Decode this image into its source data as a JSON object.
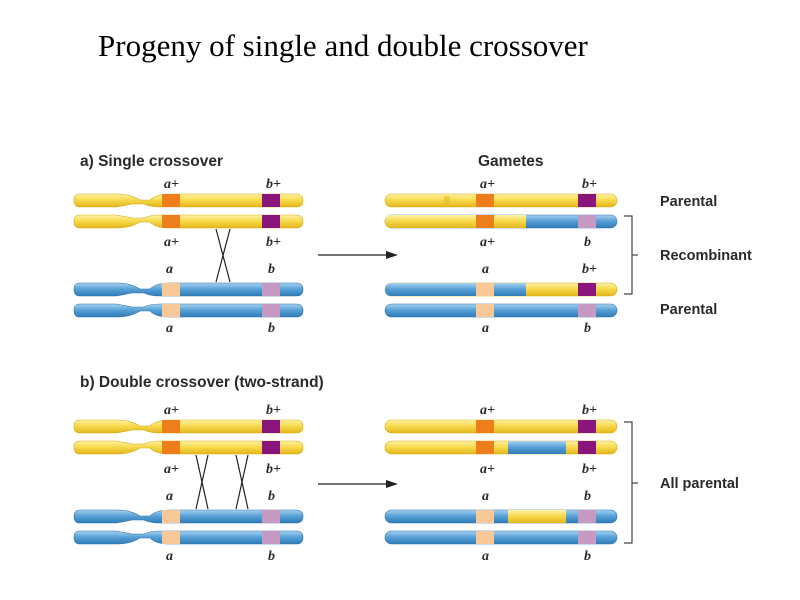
{
  "title": "Progeny of single and double crossover",
  "colors": {
    "yellow": "#f8da4e",
    "yellow_dark": "#e6bb1e",
    "blue": "#5aa2d8",
    "blue_dark": "#2d7bb8",
    "a_plus": "#ee7d1c",
    "a_minus": "#f8c896",
    "b_plus": "#8a157c",
    "b_minus": "#c79ac4"
  },
  "panel_a": {
    "title": "a) Single crossover",
    "gametes_label": "Gametes",
    "yellow_labels": {
      "top_a": "a+",
      "top_b": "b+",
      "bottom_a": "a+",
      "bottom_b": "b+"
    },
    "blue_labels": {
      "top_a": "a",
      "top_b": "b",
      "bottom_a": "a",
      "bottom_b": "b"
    },
    "gamete_labels": [
      {
        "a": "a+",
        "b": "b+"
      },
      {
        "a": "a+",
        "b": "b"
      },
      {
        "a": "a",
        "b": "b+"
      },
      {
        "a": "a",
        "b": "b"
      }
    ],
    "classes": {
      "parental_top": "Parental",
      "recombinant": "Recombinant",
      "parental_bottom": "Parental"
    }
  },
  "panel_b": {
    "title": "b) Double crossover (two-strand)",
    "yellow_labels": {
      "top_a": "a+",
      "top_b": "b+",
      "bottom_a": "a+",
      "bottom_b": "b+"
    },
    "blue_labels": {
      "top_a": "a",
      "top_b": "b",
      "bottom_a": "a",
      "bottom_b": "b"
    },
    "gamete_labels": [
      {
        "a": "a+",
        "b": "b+"
      },
      {
        "a": "a+",
        "b": "b+"
      },
      {
        "a": "a",
        "b": "b"
      },
      {
        "a": "a",
        "b": "b"
      }
    ],
    "classes": {
      "all": "All parental"
    }
  }
}
